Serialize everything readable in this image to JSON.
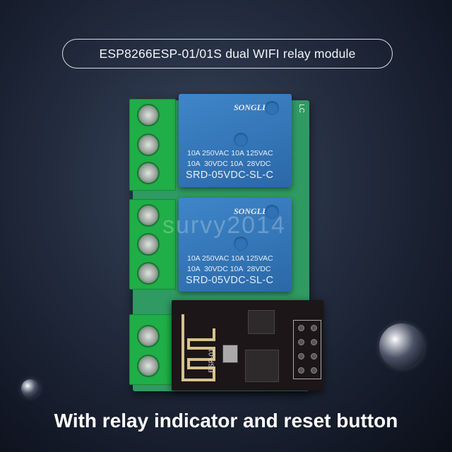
{
  "title": "ESP8266ESP-01/01S dual WIFI relay module",
  "footer": "With relay indicator and reset button",
  "watermark": "survy2014",
  "board": {
    "silkscreen": "LC",
    "relays": [
      {
        "brand": "SONGLE",
        "rating_line1": "10A 250VAC 10A 125VAC",
        "rating_line2": "10A  30VDC 10A  28VDC",
        "model": "SRD-05VDC-SL-C"
      },
      {
        "brand": "SONGLE",
        "rating_line1": "10A 250VAC 10A 125VAC",
        "rating_line2": "10A  30VDC 10A  28VDC",
        "model": "SRD-05VDC-SL-C"
      }
    ],
    "module_label": "ESP-01"
  },
  "colors": {
    "pcb": "#2f9a62",
    "terminal": "#1fae47",
    "relay": "#3a7fc0",
    "background": "#1c2335"
  }
}
